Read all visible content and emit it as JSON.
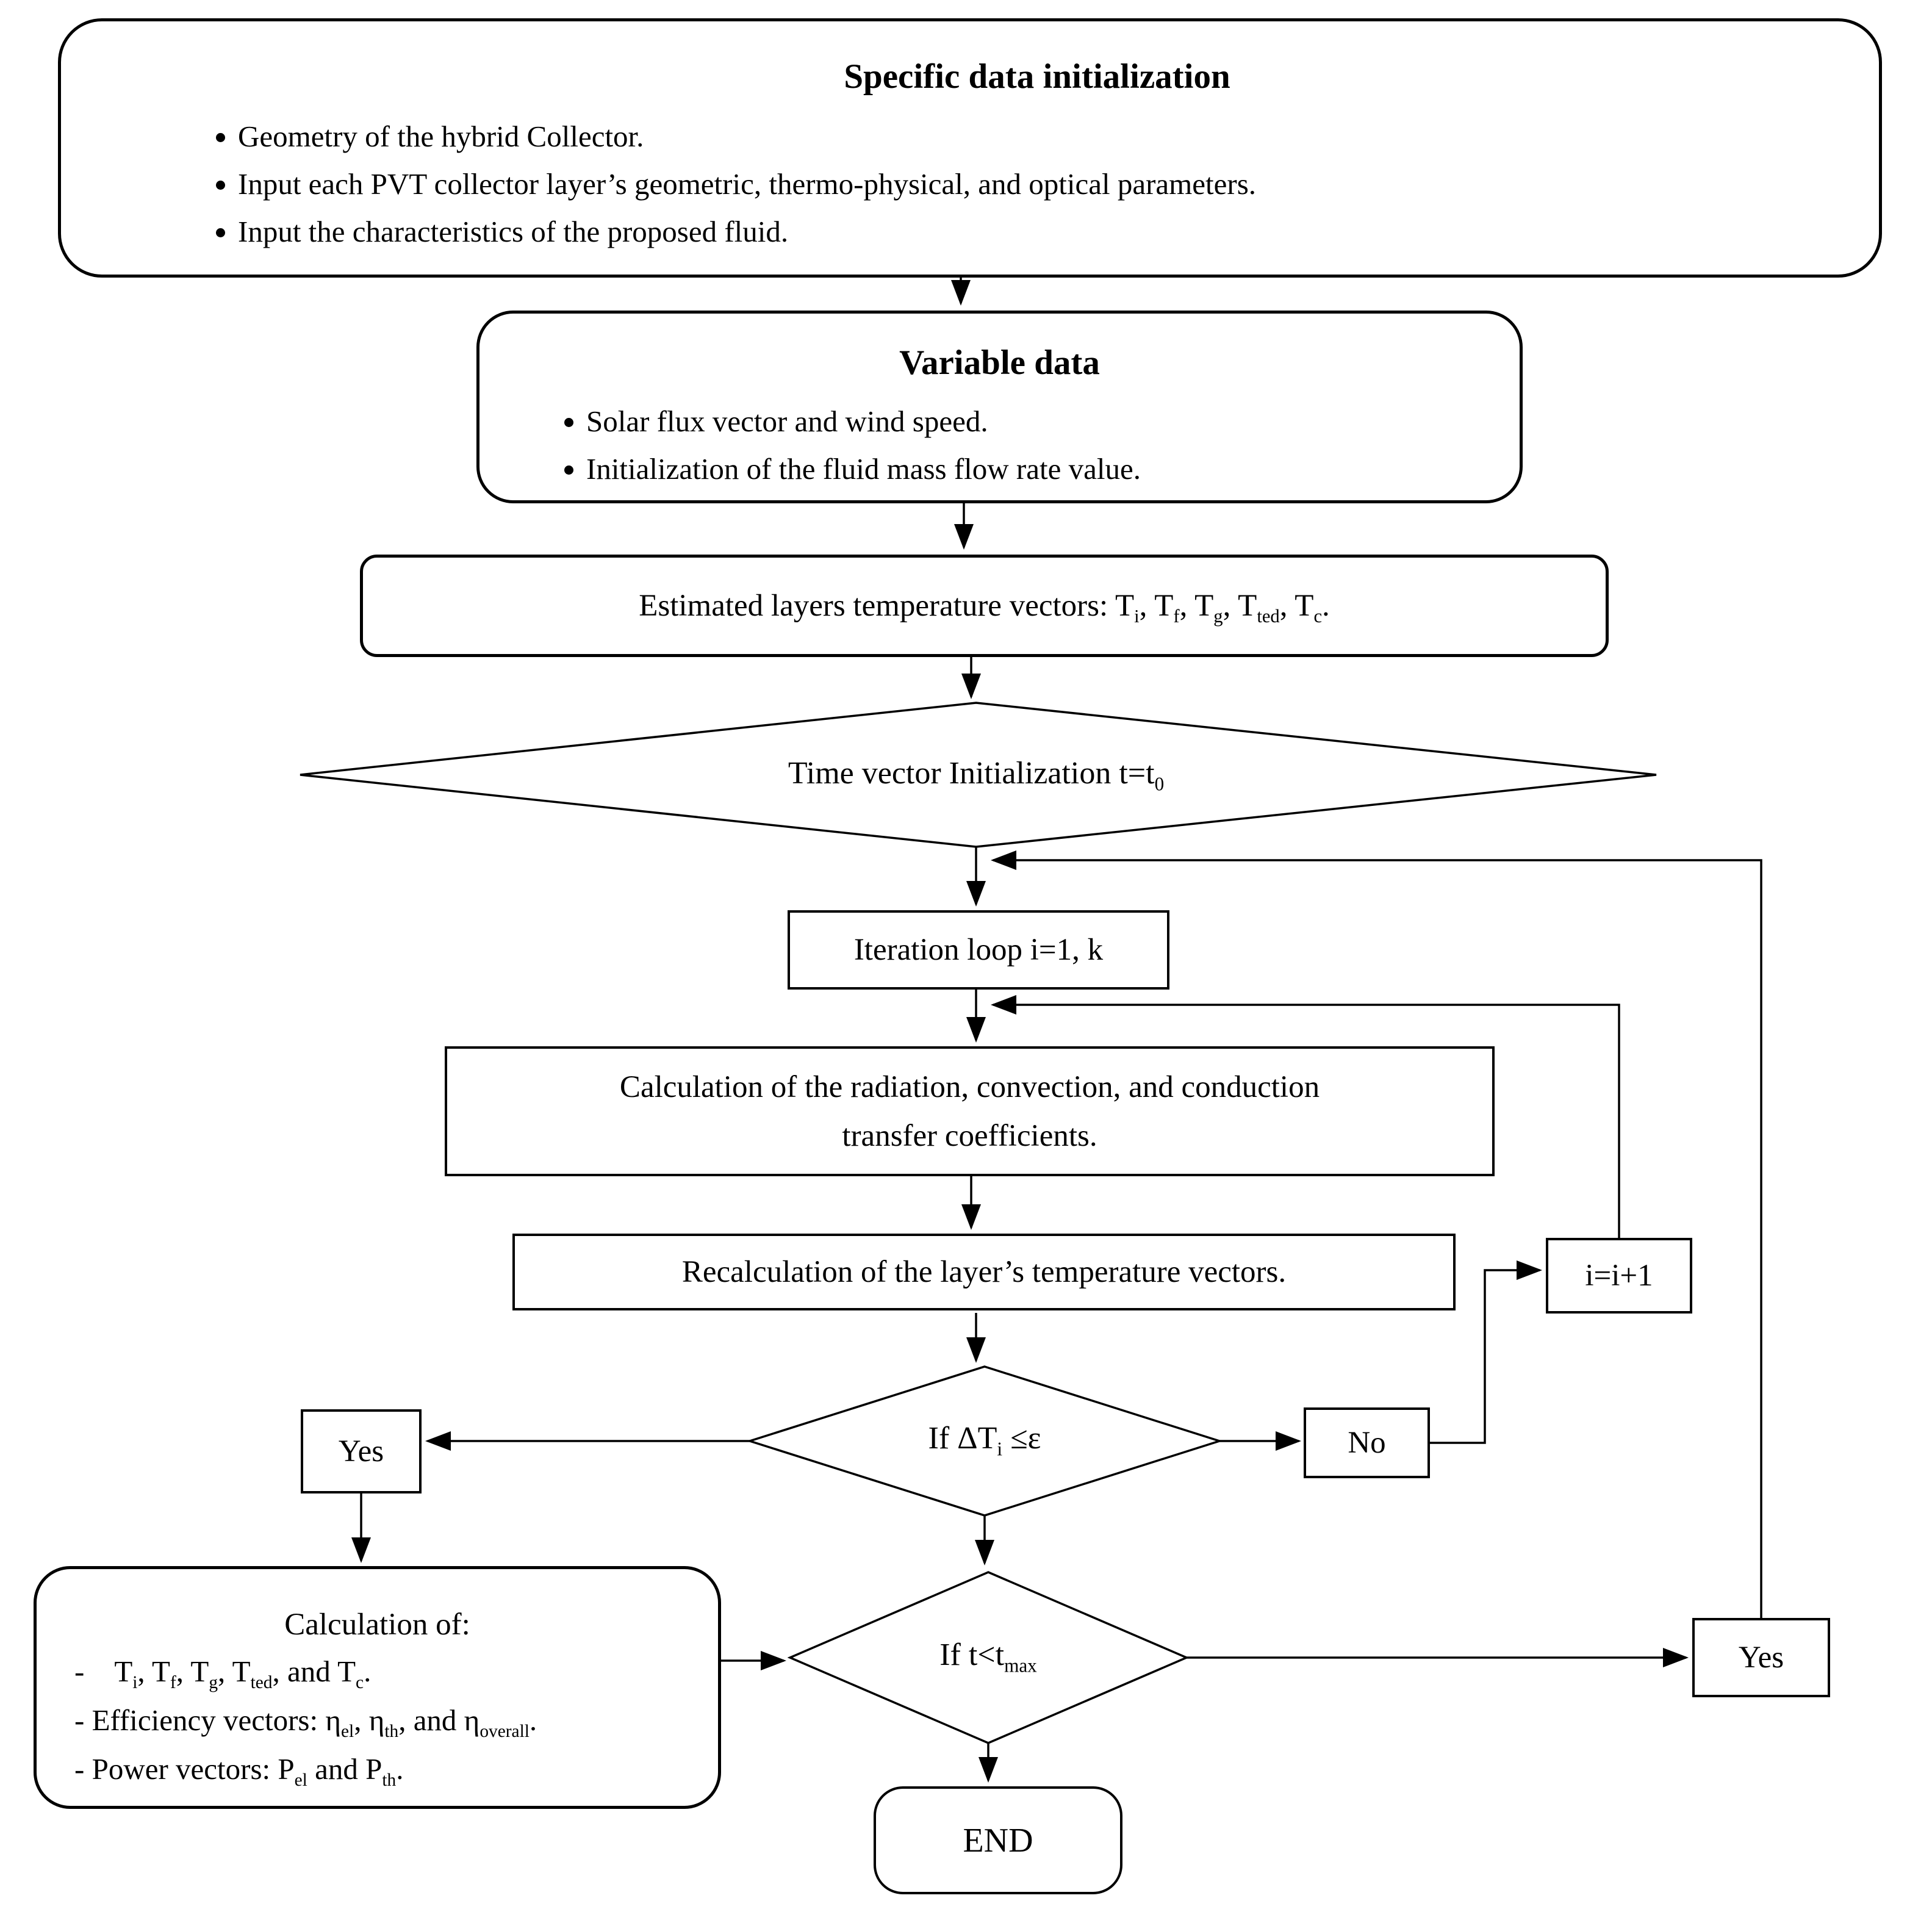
{
  "colors": {
    "ink": "#000000",
    "paper": "#ffffff"
  },
  "nodes": {
    "specific_data": {
      "title": "Specific data initialization",
      "bullets": [
        "Geometry of the hybrid Collector.",
        "Input each PVT collector layer’s geometric, thermo-physical, and optical parameters.",
        "Input the characteristics of the proposed fluid."
      ]
    },
    "variable_data": {
      "title": "Variable data",
      "bullets": [
        "Solar flux vector and wind speed.",
        "Initialization of the fluid mass flow rate value."
      ]
    },
    "estimated_layers": {
      "rich": [
        {
          "t": "Estimated layers temperature vectors: T"
        },
        {
          "t": "i",
          "sub": true
        },
        {
          "t": ", T"
        },
        {
          "t": "f",
          "sub": true
        },
        {
          "t": ", T"
        },
        {
          "t": "g",
          "sub": true
        },
        {
          "t": ", T"
        },
        {
          "t": "ted",
          "sub": true
        },
        {
          "t": ", T"
        },
        {
          "t": "c",
          "sub": true
        },
        {
          "t": "."
        }
      ]
    },
    "time_init": {
      "rich": [
        {
          "t": "Time vector Initialization t=t"
        },
        {
          "t": "0",
          "sub": true
        }
      ]
    },
    "iteration_loop": {
      "label": "Iteration loop i=1, k"
    },
    "transfer_coeff": {
      "lines": [
        "Calculation of the radiation, convection, and conduction",
        "transfer coefficients."
      ]
    },
    "recalculation": {
      "label": "Recalculation of the layer’s temperature vectors."
    },
    "dt_condition": {
      "rich": [
        {
          "t": "If ΔT"
        },
        {
          "t": "i",
          "sub": true
        },
        {
          "t": " ≤ε"
        }
      ]
    },
    "yes_left": {
      "label": "Yes"
    },
    "no_right": {
      "label": "No"
    },
    "increment": {
      "label": "i=i+1"
    },
    "calc_outputs": {
      "title": "Calculation of:",
      "items": [
        [
          {
            "t": "-    T"
          },
          {
            "t": "i",
            "sub": true
          },
          {
            "t": ", T"
          },
          {
            "t": "f",
            "sub": true
          },
          {
            "t": ", T"
          },
          {
            "t": "g",
            "sub": true
          },
          {
            "t": ", T"
          },
          {
            "t": "ted",
            "sub": true
          },
          {
            "t": ", and T"
          },
          {
            "t": "c",
            "sub": true
          },
          {
            "t": "."
          }
        ],
        [
          {
            "t": "- Efficiency vectors: η"
          },
          {
            "t": "el",
            "sub": true
          },
          {
            "t": ", η"
          },
          {
            "t": "th",
            "sub": true
          },
          {
            "t": ", and η"
          },
          {
            "t": "overall",
            "sub": true
          },
          {
            "t": "."
          }
        ],
        [
          {
            "t": "- Power vectors: P"
          },
          {
            "t": "el",
            "sub": true
          },
          {
            "t": " and P"
          },
          {
            "t": "th",
            "sub": true
          },
          {
            "t": "."
          }
        ]
      ]
    },
    "tmax_condition": {
      "rich": [
        {
          "t": "If t<t"
        },
        {
          "t": "max",
          "sub": true
        }
      ]
    },
    "yes_bottom": {
      "label": "Yes"
    },
    "end": {
      "label": "END"
    }
  }
}
